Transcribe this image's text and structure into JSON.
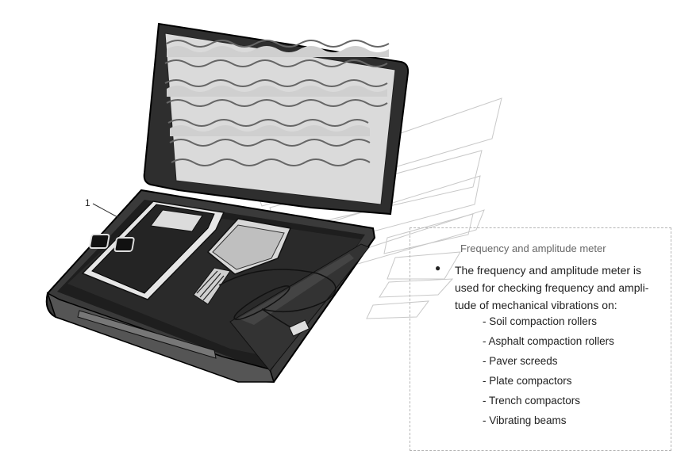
{
  "callout": {
    "number": "1"
  },
  "text_box": {
    "heading": "Frequency and amplitude meter",
    "bullet_symbol": "●",
    "description_lines": [
      "The frequency and amplitude meter is",
      "used for checking frequency and ampli-",
      "tude of mechanical vibrations on:"
    ],
    "items": [
      "- Soil compaction rollers",
      "- Asphalt compaction rollers",
      "- Paver screeds",
      "- Plate compactors",
      "- Trench compactors",
      "- Vibrating beams"
    ]
  }
}
